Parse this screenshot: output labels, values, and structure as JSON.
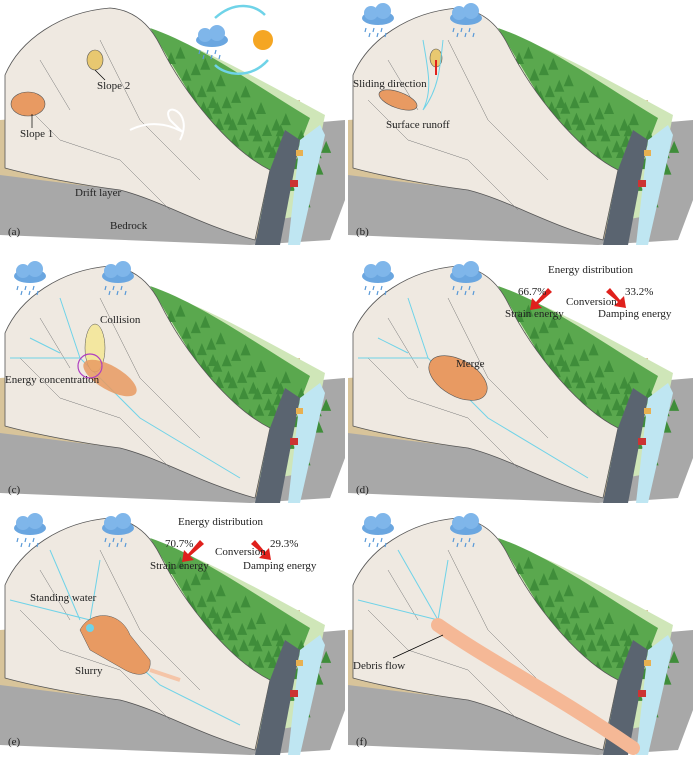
{
  "panels": [
    {
      "id": "a",
      "tag": "(a)",
      "labels": {
        "slope1": "Slope 1",
        "slope2": "Slope 2",
        "drift": "Drift layer",
        "bedrock": "Bedrock"
      }
    },
    {
      "id": "b",
      "tag": "(b)",
      "labels": {
        "sliding": "Sliding direction",
        "runoff": "Surface runoff"
      }
    },
    {
      "id": "c",
      "tag": "(c)",
      "labels": {
        "collision": "Collision",
        "energy": "Energy concentration"
      }
    },
    {
      "id": "d",
      "tag": "(d)",
      "labels": {
        "merge": "Merge",
        "dist_title": "Energy distribution",
        "strain_pct": "66.7%",
        "damping_pct": "33.2%",
        "conversion": "Conversion",
        "strain": "Strain energy",
        "damping": "Damping energy"
      }
    },
    {
      "id": "e",
      "tag": "(e)",
      "labels": {
        "standing": "Standing water",
        "slurry": "Slurry",
        "dist_title": "Energy distribution",
        "strain_pct": "70.7%",
        "damping_pct": "29.3%",
        "conversion": "Conversion",
        "strain": "Strain energy",
        "damping": "Damping energy"
      }
    },
    {
      "id": "f",
      "tag": "(f)",
      "labels": {
        "debris": "Debris flow"
      }
    }
  ],
  "colors": {
    "slope": "#efe9e1",
    "drift": "#d8c49a",
    "bedrock": "#a8a8a8",
    "forest": "#3f8d3a",
    "grass": "#cfe6b8",
    "road": "#5a6470",
    "river": "#bfe6f2",
    "mass": "#e89a62",
    "runoff": "#6fd3e8",
    "arrow": "#e0201c"
  }
}
